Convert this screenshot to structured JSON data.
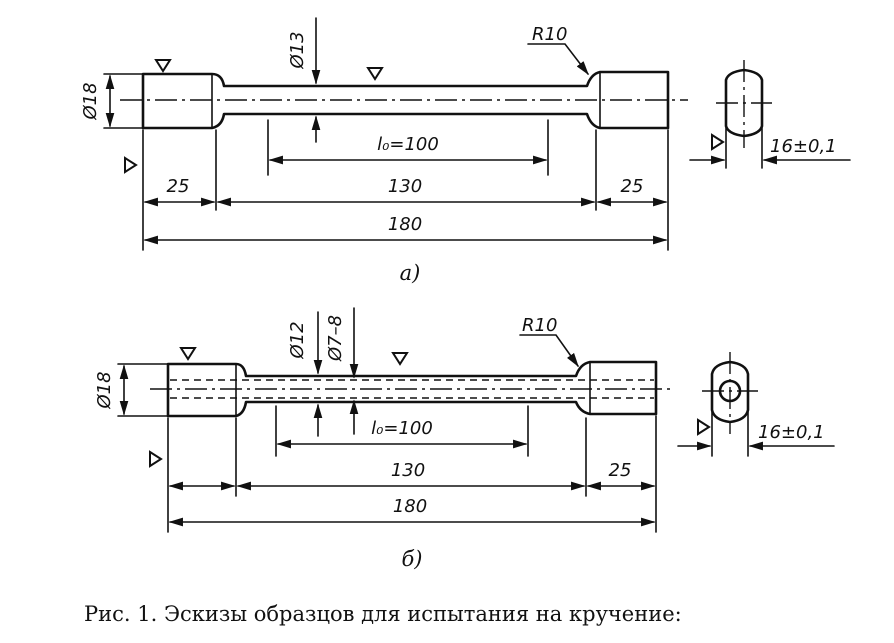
{
  "figure_a": {
    "diameter_grip": "Ø18",
    "diameter_gauge": "Ø13",
    "radius": "R10",
    "gauge_length": "l₀=100",
    "reduced_length": "130",
    "grip_left": "25",
    "grip_right": "25",
    "total_length": "180",
    "flat_width": "16±0,1",
    "label": "а)"
  },
  "figure_b": {
    "diameter_grip": "Ø18",
    "diameter_gauge": "Ø12",
    "diameter_bore": "Ø7–8",
    "radius": "R10",
    "gauge_length": "l₀=100",
    "reduced_length": "130",
    "grip_right": "25",
    "total_length": "180",
    "flat_width": "16±0,1",
    "label": "б)"
  },
  "caption": "Рис. 1. Эскизы образцов для испытания на кручение:"
}
